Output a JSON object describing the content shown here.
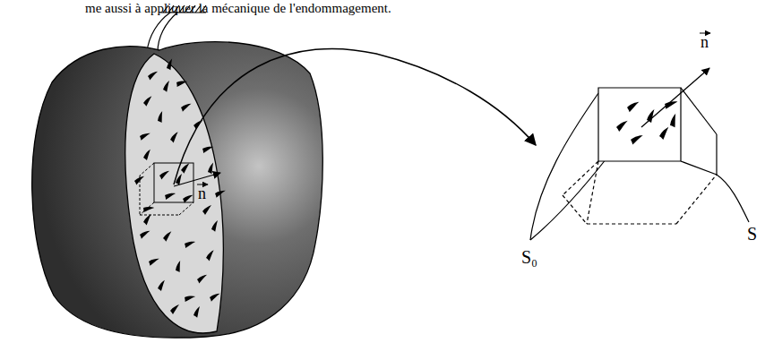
{
  "diagram": {
    "labels": [
      "me aussi à appliquer la mécanique de l'endommagement.",
      "n",
      "n",
      "S₀",
      "S"
    ]
  }
}
